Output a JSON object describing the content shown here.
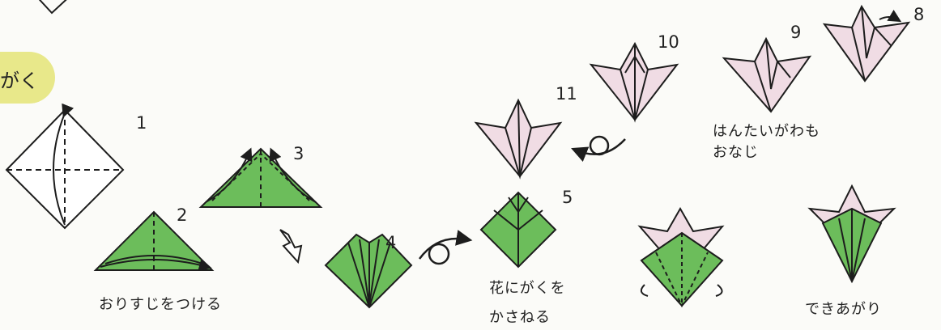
{
  "section_label": "がく",
  "steps": {
    "s1": "1",
    "s2": "2",
    "s3": "3",
    "s4": "4",
    "s5": "5",
    "s8": "8",
    "s9": "9",
    "s10": "10",
    "s11": "11"
  },
  "captions": {
    "crease": "おりすじをつける",
    "overlay_line1": "花にがくを",
    "overlay_line2": "かさねる",
    "same_line1": "はんたいがわも",
    "same_line2": "おなじ",
    "done": "できあがり"
  },
  "colors": {
    "green": "#6cbd5b",
    "pink": "#f0dce4",
    "tag": "#e8e88a",
    "line": "#1d1d1d"
  }
}
